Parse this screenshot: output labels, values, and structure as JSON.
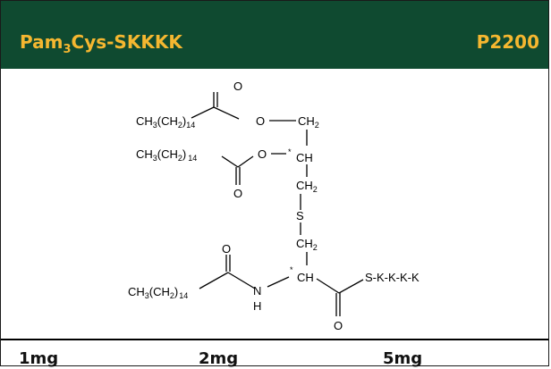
{
  "header": {
    "title_main": "Pam",
    "title_sub": "3",
    "title_rest": "Cys-SKKKK",
    "code": "P2200",
    "bg_color": "#0f4a30",
    "text_color": "#f5b730"
  },
  "structure": {
    "ch3": "CH",
    "sub3": "3",
    "ch2p": "(CH",
    "sub2": "2",
    "close_paren": ")",
    "sub14": "14",
    "o": "O",
    "ch": "CH",
    "s": "S",
    "n": "N",
    "h": "H",
    "star": "*",
    "peptide": "S-K-K-K-K"
  },
  "footer": {
    "sizes": [
      "1mg",
      "2mg",
      "5mg"
    ]
  }
}
